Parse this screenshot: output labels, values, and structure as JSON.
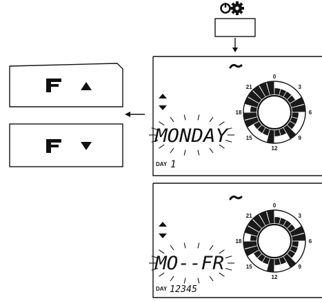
{
  "top_button": {
    "icons": [
      "power-icon",
      "gear-icon"
    ]
  },
  "left_buttons": [
    {
      "icon": "tap-icon",
      "arrow": "up-triangle-icon"
    },
    {
      "icon": "tap-icon",
      "arrow": "down-triangle-icon"
    }
  ],
  "dial": {
    "labels": [
      "0",
      "3",
      "6",
      "9",
      "12",
      "15",
      "18",
      "21"
    ]
  },
  "screen1": {
    "day_label": "DAY",
    "day_text": "MONDAY",
    "day_numbers": "1"
  },
  "screen2": {
    "day_label": "DAY",
    "day_text": "MO--FR",
    "day_numbers": "12345"
  },
  "colors": {
    "ink": "#111111",
    "background": "#ffffff",
    "dial_fill": "#1a1a1a"
  }
}
